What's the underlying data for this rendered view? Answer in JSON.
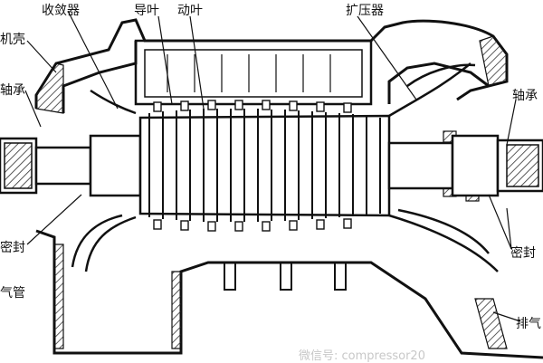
{
  "diagram": {
    "labels": {
      "shell": "机壳",
      "bearing_left": "轴承",
      "seal_left": "密封",
      "intake_pipe": "气管",
      "collector": "收敛器",
      "guide_vane": "导叶",
      "rotor_blade": "动叶",
      "diffuser": "扩压器",
      "bearing_right": "轴承",
      "seal_right": "密封",
      "exhaust": "排气"
    },
    "watermark": "微信号: compressor20",
    "colors": {
      "ink": "#111111",
      "hatch": "#333333",
      "background": "#ffffff",
      "watermark": "#c8c8c8"
    }
  }
}
